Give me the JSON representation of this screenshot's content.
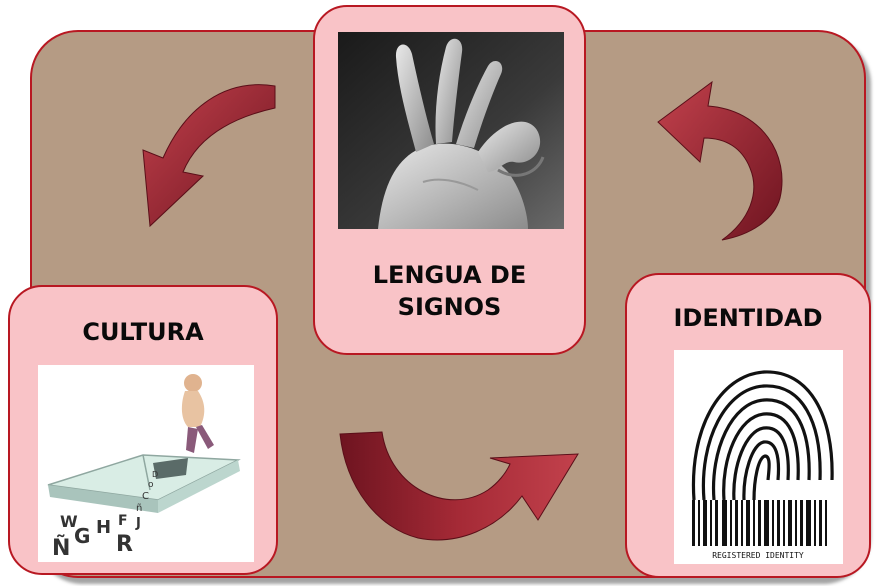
{
  "cards": {
    "lengua": {
      "title_line1": "LENGUA DE",
      "title_line2": "SIGNOS"
    },
    "cultura": {
      "title": "CULTURA"
    },
    "identidad": {
      "title": "IDENTIDAD"
    }
  },
  "images": {
    "hand": {
      "icon": "sign-language-hand"
    },
    "book": {
      "icon": "child-on-book",
      "letters": [
        "Ñ",
        "G",
        "H",
        "W",
        "R",
        "F",
        "J",
        "ñ",
        "C",
        "o",
        "D"
      ]
    },
    "fingerprint": {
      "icon": "fingerprint-barcode",
      "caption": "REGISTERED IDENTITY"
    }
  },
  "colors": {
    "background": "#b59b84",
    "card_fill": "#f9c3c7",
    "border": "#b81822",
    "arrow_dark": "#6e1420",
    "arrow_light": "#c2414c"
  }
}
